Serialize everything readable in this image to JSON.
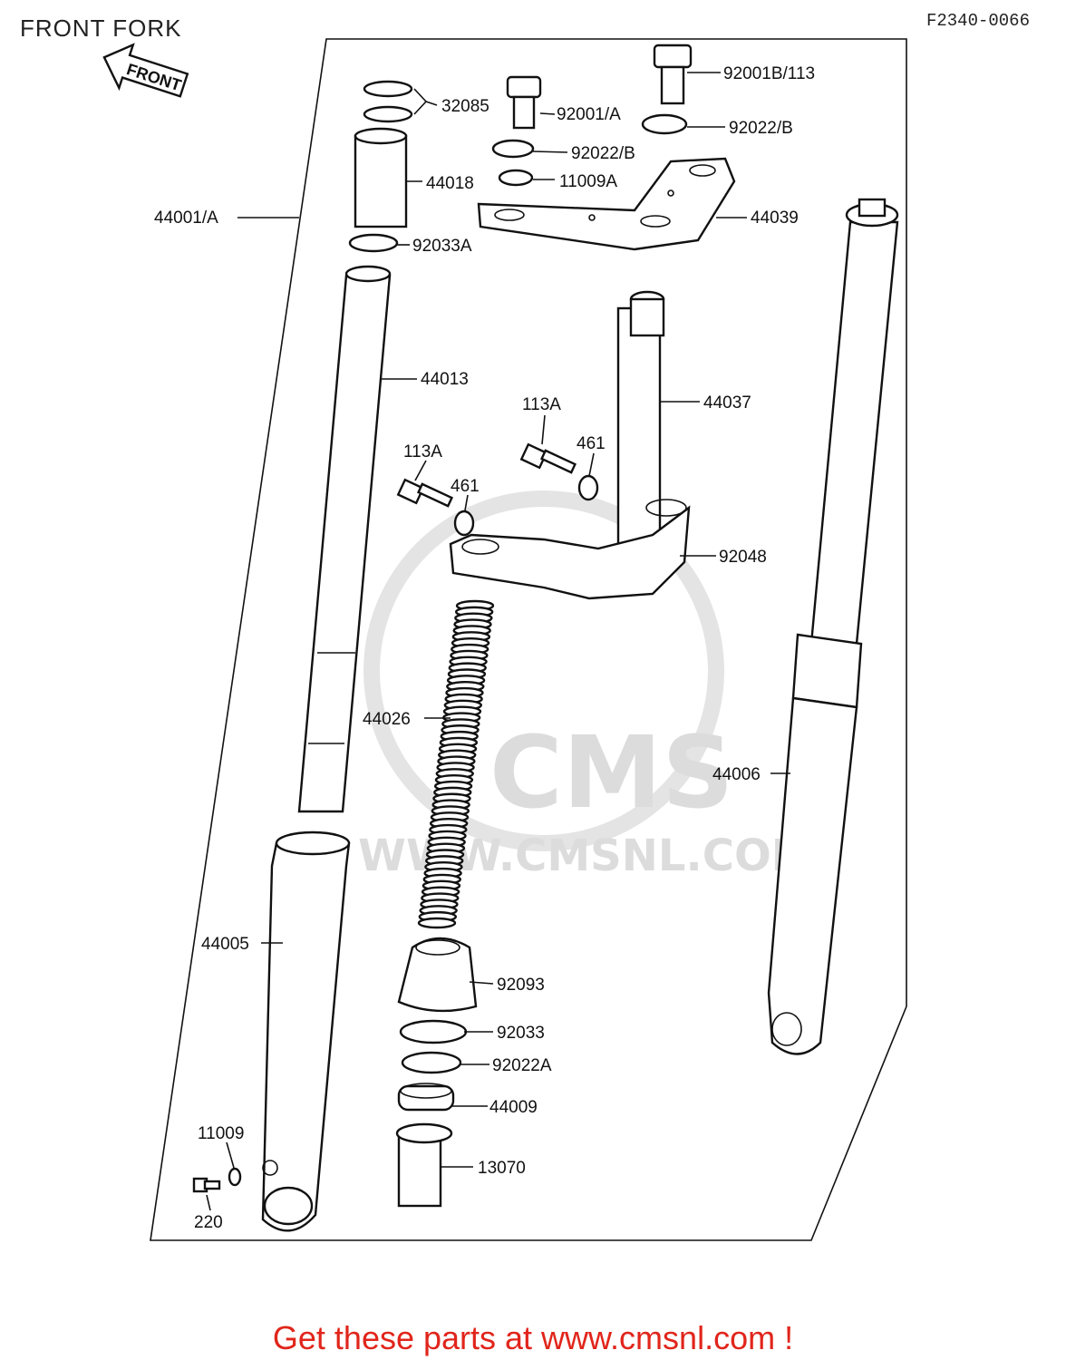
{
  "header": {
    "title": "FRONT FORK",
    "diagram_code": "F2340-0066"
  },
  "front_arrow": {
    "label": "FRONT"
  },
  "watermark": {
    "brand": "CMS",
    "url": "WWW.CMSNL.COM"
  },
  "parts": {
    "p32085": "32085",
    "p92001A": "92001/A",
    "p92001B": "92001B/113",
    "p92022B_1": "92022/B",
    "p92022B_2": "92022/B",
    "p11009A": "11009A",
    "p44018": "44018",
    "p44039": "44039",
    "p44001A": "44001/A",
    "p92033A": "92033A",
    "p44013": "44013",
    "p44037": "44037",
    "p113A_1": "113A",
    "p113A_2": "113A",
    "p461_1": "461",
    "p461_2": "461",
    "p92048": "92048",
    "p44026": "44026",
    "p44006": "44006",
    "p44005": "44005",
    "p92093": "92093",
    "p92033": "92033",
    "p92022A": "92022A",
    "p44009": "44009",
    "p13070": "13070",
    "p11009": "11009",
    "p220": "220"
  },
  "footer": {
    "text": "Get these parts at www.cmsnl.com !",
    "color": "#e1251b"
  }
}
